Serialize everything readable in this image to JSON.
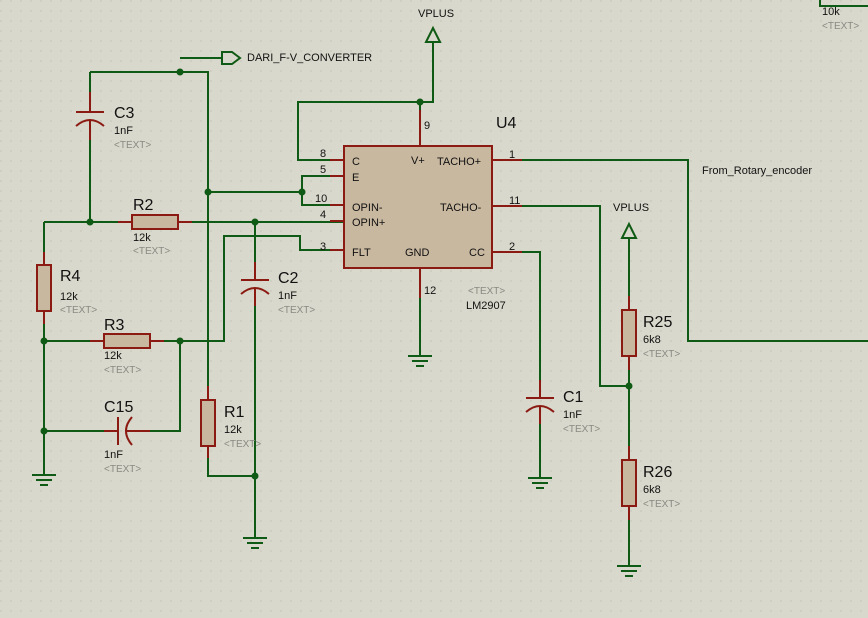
{
  "power": {
    "vplus_top": "VPLUS",
    "vplus_right": "VPLUS"
  },
  "nets": {
    "dari": "DARI_F-V_CONVERTER",
    "rotary": "From_Rotary_encoder"
  },
  "chip": {
    "ref": "U4",
    "part": "LM2907",
    "text": "<TEXT>",
    "pins": {
      "C": "C",
      "E": "E",
      "OPIN_M": "OPIN-",
      "OPIN_P": "OPIN+",
      "FLT": "FLT",
      "VP": "V+",
      "GND": "GND",
      "TACHO_P": "TACHO+",
      "TACHO_M": "TACHO-",
      "CC": "CC"
    },
    "nums": {
      "p8": "8",
      "p5": "5",
      "p10": "10",
      "p4": "4",
      "p3": "3",
      "p9": "9",
      "p12": "12",
      "p1": "1",
      "p11": "11",
      "p2": "2"
    }
  },
  "components": {
    "C3": {
      "ref": "C3",
      "value": "1nF",
      "text": "<TEXT>"
    },
    "R2": {
      "ref": "R2",
      "value": "12k",
      "text": "<TEXT>"
    },
    "R4": {
      "ref": "R4",
      "value": "12k",
      "text": "<TEXT>"
    },
    "R3": {
      "ref": "R3",
      "value": "12k",
      "text": "<TEXT>"
    },
    "C15": {
      "ref": "C15",
      "value": "1nF",
      "text": "<TEXT>"
    },
    "C2": {
      "ref": "C2",
      "value": "1nF",
      "text": "<TEXT>"
    },
    "R1": {
      "ref": "R1",
      "value": "12k",
      "text": "<TEXT>"
    },
    "C1": {
      "ref": "C1",
      "value": "1nF",
      "text": "<TEXT>"
    },
    "R25": {
      "ref": "R25",
      "value": "6k8",
      "text": "<TEXT>"
    },
    "R26": {
      "ref": "R26",
      "value": "6k8",
      "text": "<TEXT>"
    },
    "corner": {
      "value": "10k",
      "text": "<TEXT>"
    }
  }
}
